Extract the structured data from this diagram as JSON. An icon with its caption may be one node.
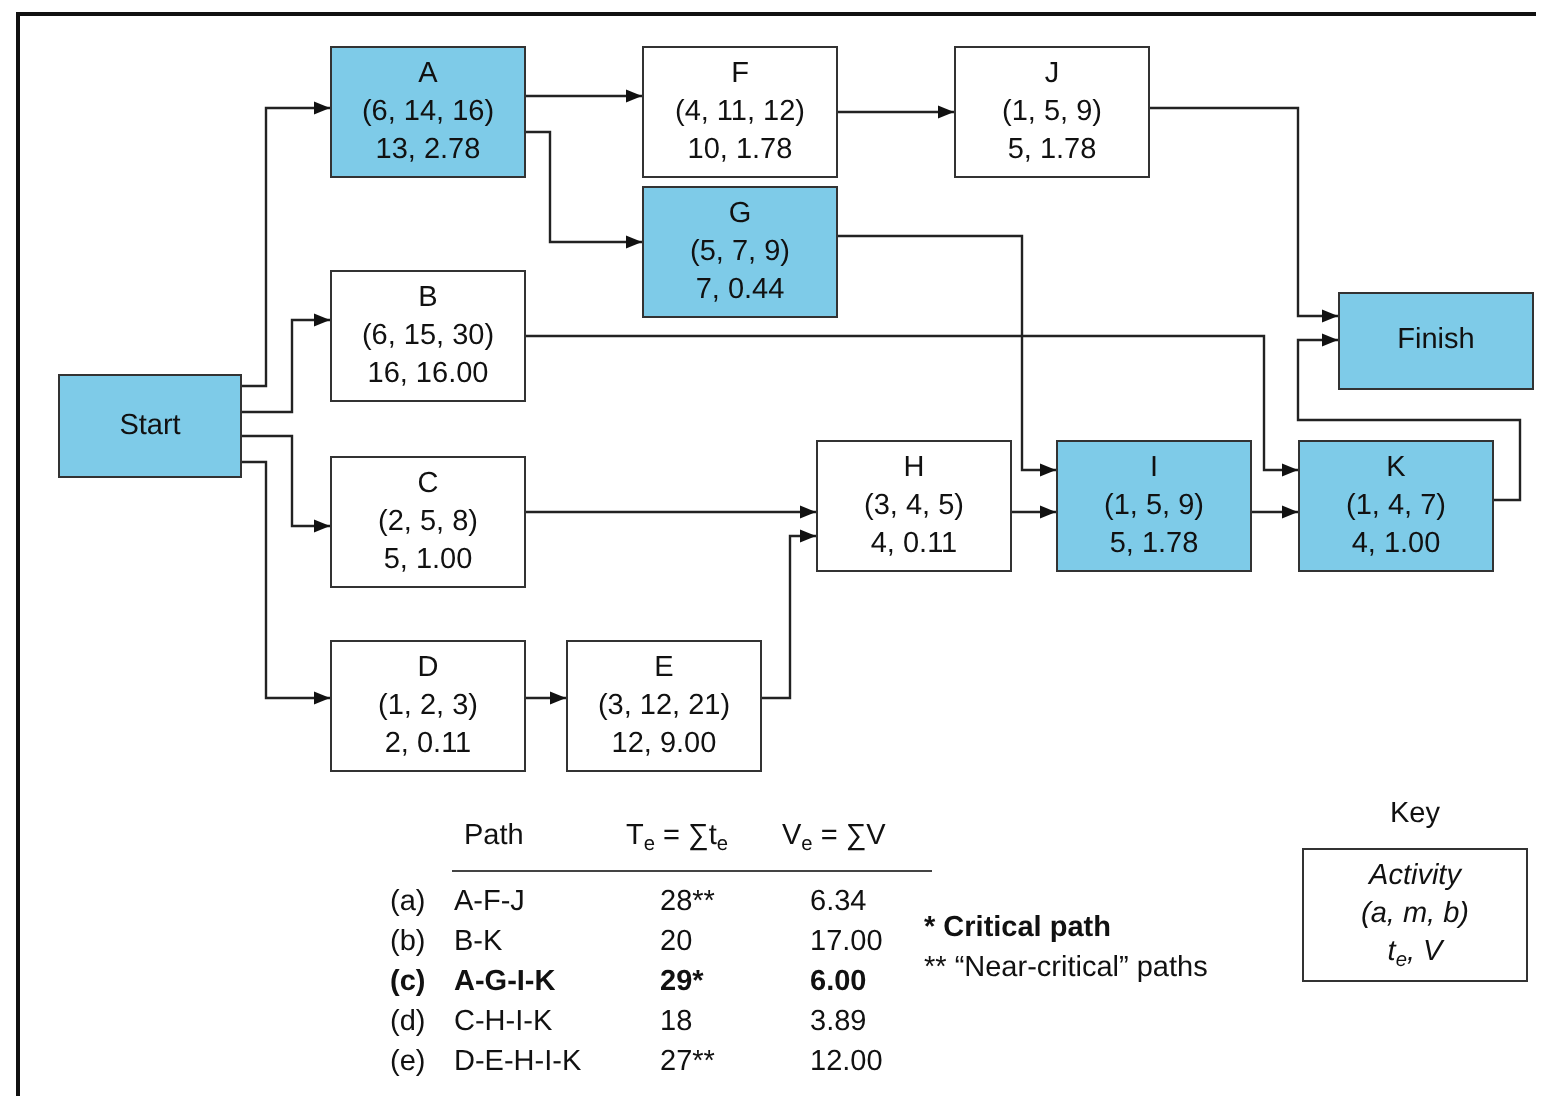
{
  "diagram": {
    "nodes": [
      {
        "text": [
          "Start"
        ]
      },
      {
        "text": [
          "A",
          "(6, 14, 16)",
          "13, 2.78"
        ]
      },
      {
        "text": [
          "F",
          "(4, 11, 12)",
          "10, 1.78"
        ]
      },
      {
        "text": [
          "G",
          "(5, 7, 9)",
          "7, 0.44"
        ]
      },
      {
        "text": [
          "J",
          "(1, 5, 9)",
          "5, 1.78"
        ]
      },
      {
        "text": [
          "B",
          "(6, 15, 30)",
          "16, 16.00"
        ]
      },
      {
        "text": [
          "Finish"
        ]
      },
      {
        "text": [
          "C",
          "(2, 5, 8)",
          "5, 1.00"
        ]
      },
      {
        "text": [
          "H",
          "(3, 4, 5)",
          "4, 0.11"
        ]
      },
      {
        "text": [
          "I",
          "(1, 5, 9)",
          "5, 1.78"
        ]
      },
      {
        "text": [
          "K",
          "(1, 4, 7)",
          "4, 1.00"
        ]
      },
      {
        "text": [
          "D",
          "(1, 2, 3)",
          "2, 0.11"
        ]
      },
      {
        "text": [
          "E",
          "(3, 12, 21)",
          "12, 9.00"
        ]
      },
      {
        "text": [
          "Activity",
          "(a, m, b)",
          "t$_{e}$, V"
        ],
        "beside": [
          "Key"
        ]
      }
    ],
    "edges": [
      {
        "from": 0,
        "to": 1,
        "arrow": "to"
      },
      {
        "from": 0,
        "to": 5,
        "arrow": "to"
      },
      {
        "from": 0,
        "to": 7,
        "arrow": "to"
      },
      {
        "from": 0,
        "to": 11,
        "arrow": "to"
      },
      {
        "from": 1,
        "to": 2,
        "arrow": "to"
      },
      {
        "from": 1,
        "to": 3,
        "arrow": "to"
      },
      {
        "from": 2,
        "to": 4,
        "arrow": "to"
      },
      {
        "from": 3,
        "to": 9,
        "arrow": "to"
      },
      {
        "from": 5,
        "to": 10,
        "arrow": "to"
      },
      {
        "from": 7,
        "to": 8,
        "arrow": "to"
      },
      {
        "from": 11,
        "to": 12,
        "arrow": "to"
      },
      {
        "from": 12,
        "to": 8,
        "arrow": "to"
      },
      {
        "from": 8,
        "to": 9,
        "arrow": "to"
      },
      {
        "from": 9,
        "to": 10,
        "arrow": "to"
      },
      {
        "from": 4,
        "to": 6,
        "arrow": "to"
      },
      {
        "from": 10,
        "to": 6,
        "arrow": "to"
      }
    ],
    "labels": [
      "Path",
      "T$_{e}$ = ∑t$_{e}$",
      "V$_{e}$ = ∑V",
      "(a)",
      "A-F-J",
      "28**",
      "6.34",
      "(b)",
      "B-K",
      "20",
      "17.00",
      "(c)",
      "A-G-I-K",
      "29*",
      "6.00",
      "(d)",
      "C-H-I-K",
      "18",
      "3.89",
      "(e)",
      "D-E-H-I-K",
      "27**",
      "12.00",
      "* Critical path",
      "** “Near-critical” paths"
    ]
  }
}
